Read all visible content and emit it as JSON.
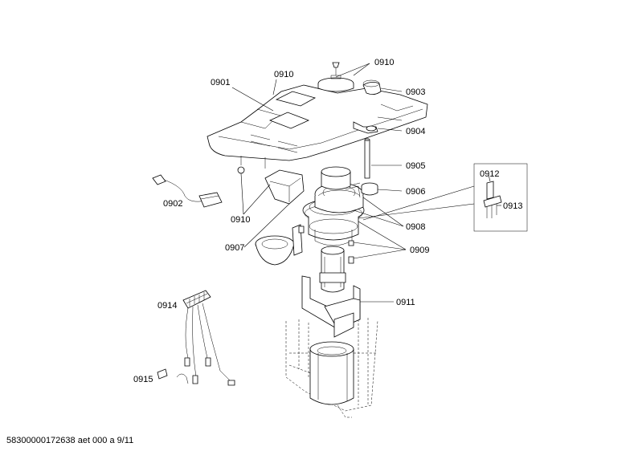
{
  "callouts": {
    "c0901": "0901",
    "c0910_top": "0910",
    "c0910_screw": "0910",
    "c0903": "0903",
    "c0904": "0904",
    "c0905": "0905",
    "c0906": "0906",
    "c0902": "0902",
    "c0910_left": "0910",
    "c0907": "0907",
    "c0908": "0908",
    "c0909": "0909",
    "c0912": "0912",
    "c0913": "0913",
    "c0914": "0914",
    "c0911": "0911",
    "c0915": "0915"
  },
  "footer": {
    "doc_id": "58300000172638 aet 000 a 9/11"
  }
}
